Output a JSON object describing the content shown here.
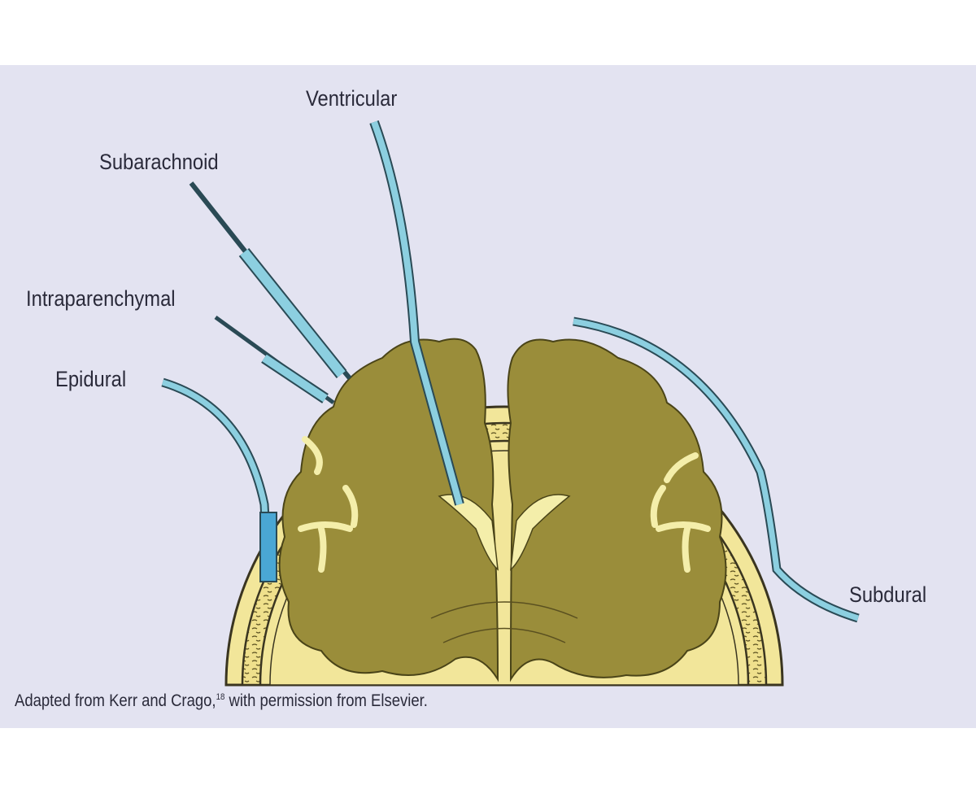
{
  "labels": {
    "ventricular": "Ventricular",
    "subarachnoid": "Subarachnoid",
    "intraparenchymal": "Intraparenchymal",
    "epidural": "Epidural",
    "subdural": "Subdural"
  },
  "caption": {
    "text": "Adapted from Kerr and Crago,",
    "ref": "18",
    "rest": " with permission from Elsevier."
  },
  "colors": {
    "background": "#e3e3f1",
    "skull": "#efe08c",
    "brain": "#9a8d3a",
    "ventricle": "#f4eeaa",
    "catheter": "#8ccfe0"
  }
}
